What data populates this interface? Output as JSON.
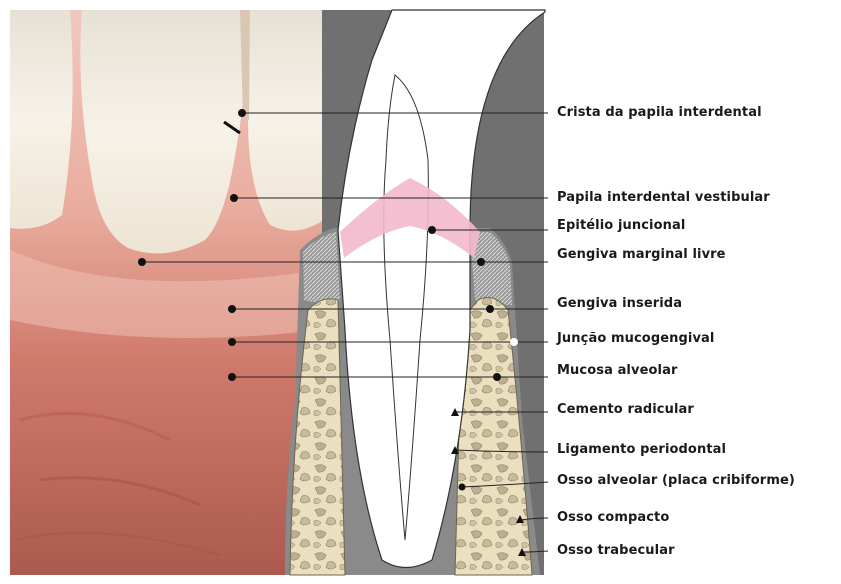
{
  "labels": {
    "crista": "Crista da papila interdental",
    "papila": "Papila interdental vestibular",
    "epitelio": "Epitélio juncional",
    "marginal": "Gengiva marginal livre",
    "inserida": "Gengiva inserida",
    "juncao": "Junção mucogengival",
    "mucosa": "Mucosa alveolar",
    "cemento": "Cemento radicular",
    "ligamento": "Ligamento periodontal",
    "osso_alveolar": "Osso alveolar (placa cribiforme)",
    "osso_compacto": "Osso compacto",
    "osso_trabecular": "Osso trabecular"
  },
  "colors": {
    "background_dark": "#707070",
    "gingiva": "#e6a596",
    "mucosa": "#c66f62",
    "tooth_enamel": "#f4eee2",
    "bone": "#e9ddbb",
    "junctional_epithelium": "#f2b8cc",
    "leader_line": "#222222"
  }
}
